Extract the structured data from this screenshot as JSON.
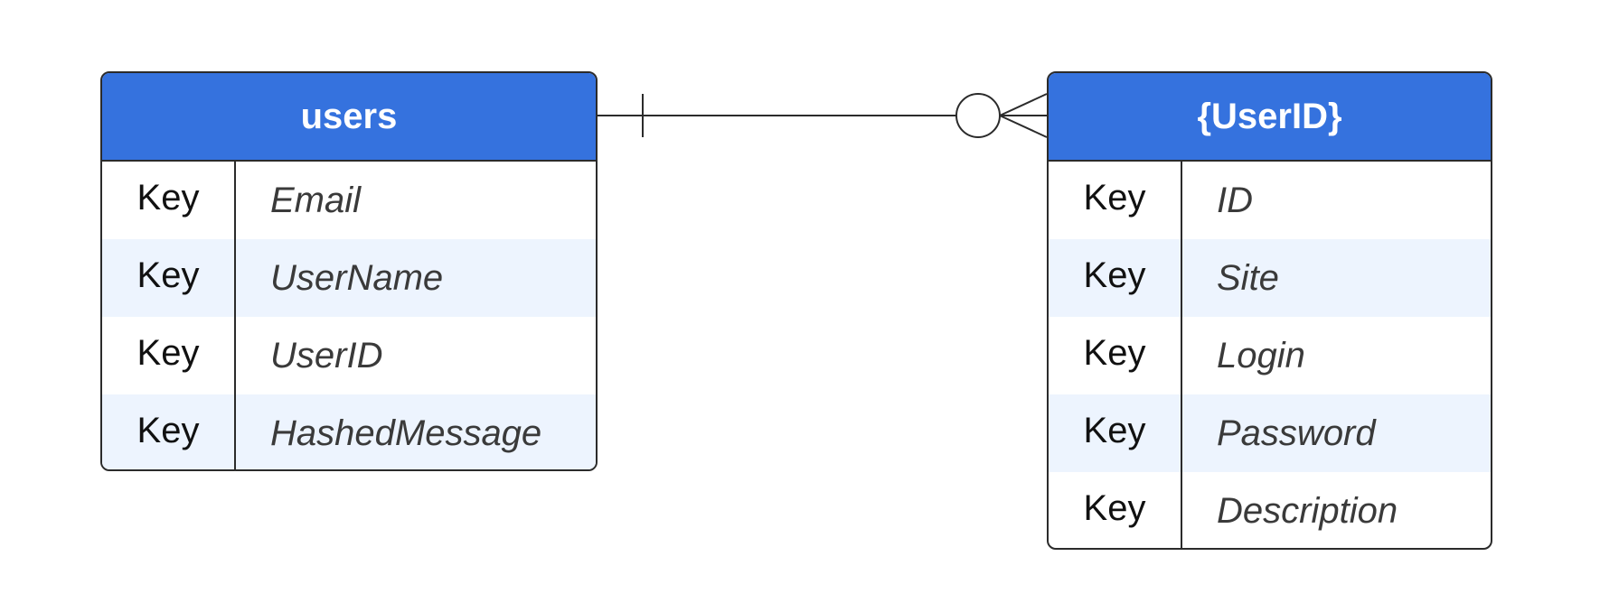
{
  "entities": {
    "users": {
      "title": "users",
      "rows": [
        {
          "key": "Key",
          "field": "Email"
        },
        {
          "key": "Key",
          "field": "UserName"
        },
        {
          "key": "Key",
          "field": "UserID"
        },
        {
          "key": "Key",
          "field": "HashedMessage"
        }
      ]
    },
    "userid": {
      "title": "{UserID}",
      "rows": [
        {
          "key": "Key",
          "field": "ID"
        },
        {
          "key": "Key",
          "field": "Site"
        },
        {
          "key": "Key",
          "field": "Login"
        },
        {
          "key": "Key",
          "field": "Password"
        },
        {
          "key": "Key",
          "field": "Description"
        }
      ]
    }
  },
  "relationship": {
    "from": "users",
    "to": "{UserID}",
    "from_cardinality": "one",
    "to_cardinality": "zero-or-many"
  },
  "colors": {
    "header": "#3572de",
    "alt_row": "#edf4fe",
    "border": "#2b2b2b"
  }
}
